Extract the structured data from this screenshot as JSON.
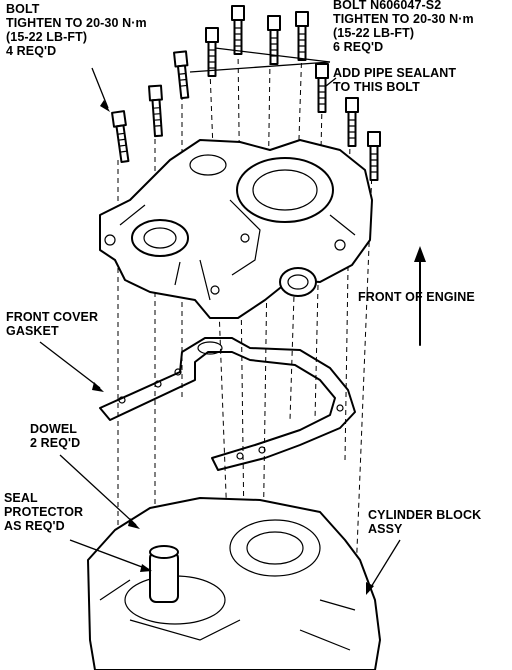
{
  "labels": {
    "bolt_left": [
      "BOLT",
      "TIGHTEN TO 20-30 N·m",
      "(15-22 LB-FT)",
      "4 REQ'D"
    ],
    "bolt_right": [
      "BOLT N606047-S2",
      "TIGHTEN TO 20-30 N·m",
      "(15-22 LB-FT)",
      "6 REQ'D"
    ],
    "sealant": [
      "ADD PIPE SEALANT",
      "TO THIS BOLT"
    ],
    "front_of_engine": "FRONT OF ENGINE",
    "gasket": [
      "FRONT COVER",
      "GASKET"
    ],
    "dowel": [
      "DOWEL",
      "2 REQ'D"
    ],
    "seal_protector": [
      "SEAL",
      "PROTECTOR",
      "AS REQ'D"
    ],
    "cylinder_block": [
      "CYLINDER BLOCK",
      "ASSY"
    ]
  },
  "colors": {
    "ink": "#000000",
    "paper": "#ffffff"
  }
}
